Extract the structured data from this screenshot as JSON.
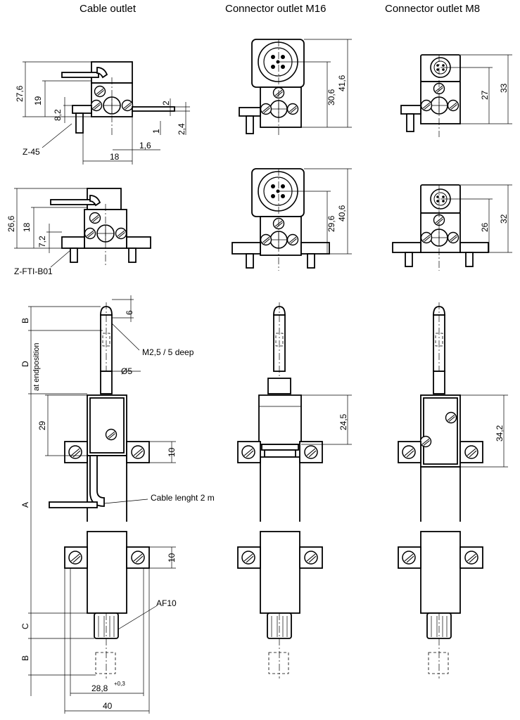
{
  "headings": {
    "cable": "Cable outlet",
    "m16": "Connector outlet M16",
    "m8": "Connector outlet M8"
  },
  "dims": {
    "d27_6": "27,6",
    "d19": "19",
    "d8_2": "8,2",
    "d2": "2",
    "d2_4": "2,4",
    "d1": "1",
    "d1_6": "1,6",
    "d18": "18",
    "z45": "Z-45",
    "d26_6": "26,6",
    "d18b": "18",
    "d7_2": "7,2",
    "zfti": "Z-FTI-B01",
    "d30_6": "30,6",
    "d41_6": "41,6",
    "d27": "27",
    "d33": "33",
    "d29_6": "29,6",
    "d40_6": "40,6",
    "d26": "26",
    "d32": "32",
    "b_top": "B",
    "d6": "6",
    "m25": "M2,5 / 5 deep",
    "dD": "D",
    "endpos": "at endposition",
    "phi5": "Ø5",
    "d29": "29",
    "d10a": "10",
    "dA": "A",
    "cable_len": "Cable lenght 2 m",
    "d10b": "10",
    "af10": "AF10",
    "dC": "C",
    "b_bot": "B",
    "d28_8": "28,8",
    "tol": "+0,3",
    "d40": "40",
    "d24_5": "24,5",
    "d34_2": "34,2"
  }
}
